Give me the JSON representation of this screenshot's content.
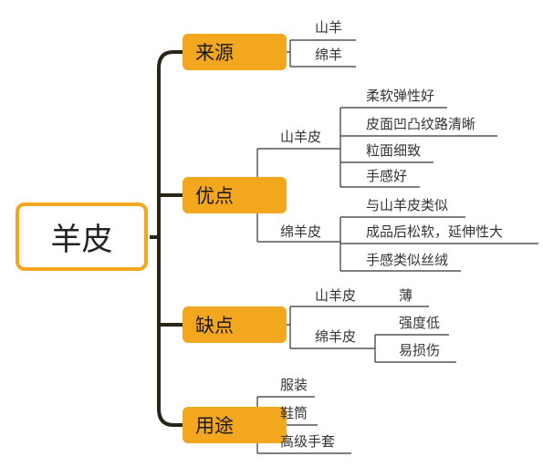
{
  "root": {
    "label": "羊皮"
  },
  "categories": {
    "source": {
      "label": "来源",
      "items": [
        "山羊",
        "绵羊"
      ]
    },
    "advantages": {
      "label": "优点",
      "goat": {
        "label": "山羊皮",
        "items": [
          "柔软弹性好",
          "皮面凹凸纹路清晰",
          "粒面细致",
          "手感好"
        ]
      },
      "sheep": {
        "label": "绵羊皮",
        "items": [
          "与山羊皮类似",
          "成品后松软，延伸性大",
          "手感类似丝绒"
        ]
      }
    },
    "disadvantages": {
      "label": "缺点",
      "goat": {
        "label": "山羊皮",
        "items": [
          "薄"
        ]
      },
      "sheep": {
        "label": "绵羊皮",
        "items": [
          "强度低",
          "易损伤"
        ]
      }
    },
    "uses": {
      "label": "用途",
      "items": [
        "服装",
        "鞋筒",
        "高级手套"
      ]
    }
  },
  "colors": {
    "accent": "#f2a71e",
    "trunk": "#2a2416",
    "line": "#333333"
  }
}
